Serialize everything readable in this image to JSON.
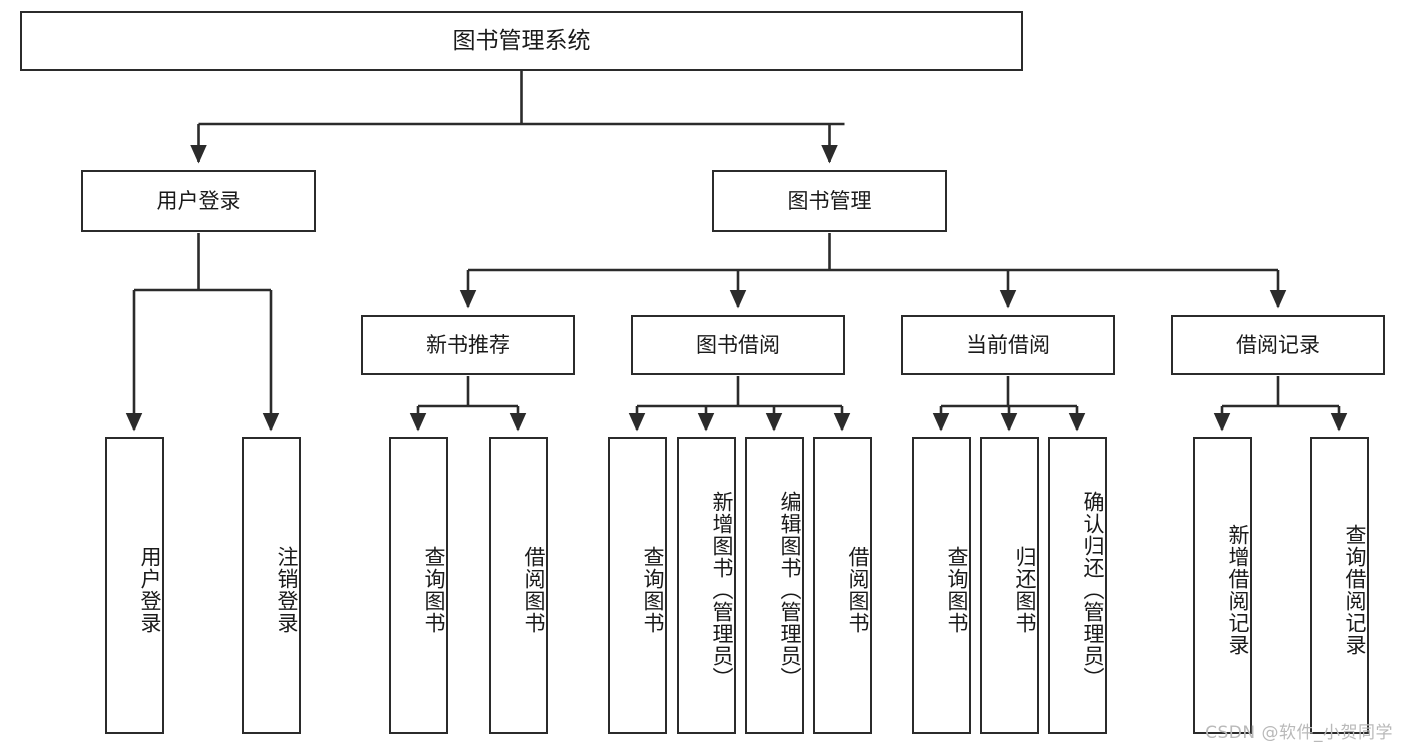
{
  "diagram": {
    "title": "图书管理系统",
    "type": "tree-hierarchy",
    "watermark": "CSDN @软件_小贺同学",
    "colors": {
      "border": "#2b2b2b",
      "background": "#ffffff",
      "text": "#1a1a1a",
      "watermark": "#b9b9b9"
    },
    "root": {
      "label": "图书管理系统"
    },
    "level2": [
      {
        "id": "user-login",
        "label": "用户登录"
      },
      {
        "id": "book-manage",
        "label": "图书管理"
      }
    ],
    "level3": [
      {
        "id": "new-book-recommend",
        "label": "新书推荐"
      },
      {
        "id": "book-borrow",
        "label": "图书借阅"
      },
      {
        "id": "current-borrow",
        "label": "当前借阅"
      },
      {
        "id": "borrow-record",
        "label": "借阅记录"
      }
    ],
    "leaves": [
      {
        "id": "leaf-user-login",
        "label": "用户登录",
        "parent": "user-login"
      },
      {
        "id": "leaf-user-logout",
        "label": "注销登录",
        "parent": "user-login"
      },
      {
        "id": "leaf-query-book-1",
        "label": "查询图书",
        "parent": "new-book-recommend"
      },
      {
        "id": "leaf-borrow-book-1",
        "label": "借阅图书",
        "parent": "new-book-recommend"
      },
      {
        "id": "leaf-query-book-2",
        "label": "查询图书",
        "parent": "book-borrow"
      },
      {
        "id": "leaf-add-book",
        "label": "新增图书（管理员）",
        "parent": "book-borrow"
      },
      {
        "id": "leaf-edit-book",
        "label": "编辑图书（管理员）",
        "parent": "book-borrow"
      },
      {
        "id": "leaf-borrow-book-2",
        "label": "借阅图书",
        "parent": "book-borrow"
      },
      {
        "id": "leaf-query-book-3",
        "label": "查询图书",
        "parent": "current-borrow"
      },
      {
        "id": "leaf-return-book",
        "label": "归还图书",
        "parent": "current-borrow"
      },
      {
        "id": "leaf-confirm-return",
        "label": "确认归还（管理员）",
        "parent": "current-borrow"
      },
      {
        "id": "leaf-add-record",
        "label": "新增借阅记录",
        "parent": "borrow-record"
      },
      {
        "id": "leaf-query-record",
        "label": "查询借阅记录",
        "parent": "borrow-record"
      }
    ]
  }
}
